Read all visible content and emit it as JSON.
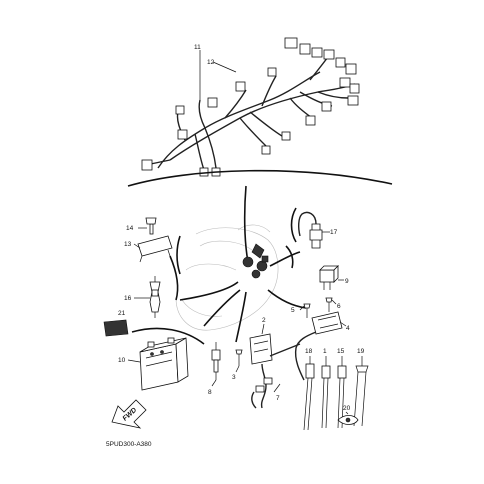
{
  "diagram_code": "5PUD300-A380",
  "fwd_label": "FWD",
  "part_numbers": {
    "n1": "1",
    "n2": "2",
    "n3": "3",
    "n4": "4",
    "n5": "5",
    "n6": "6",
    "n7": "7",
    "n8": "8",
    "n9": "9",
    "n10": "10",
    "n11": "11",
    "n12": "12",
    "n13": "13",
    "n14": "14",
    "n15": "15",
    "n16": "16",
    "n17": "17",
    "n18": "18",
    "n19": "19",
    "n20": "20",
    "n21": "21"
  },
  "icons": [
    "wire-harness-icon",
    "battery-icon",
    "ignition-coil-icon",
    "relay-icon",
    "fuse-icon",
    "fwd-arrow-icon"
  ],
  "colors": {
    "ink": "#111111",
    "background": "#ffffff"
  }
}
